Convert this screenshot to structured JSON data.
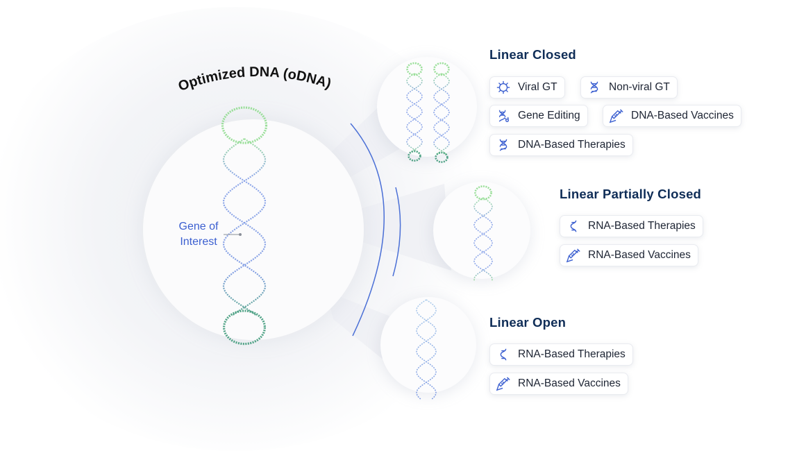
{
  "main_label": "Optimized DNA (oDNA)",
  "gene_label": "Gene of Interest",
  "colors": {
    "accent": "#3b5fd0",
    "title": "#0f2d57",
    "helix_green": "#7fcf8e",
    "helix_blue": "#7c99e6"
  },
  "sections": [
    {
      "title": "Linear Closed",
      "items": [
        {
          "label": "Viral GT",
          "icon": "virus-icon"
        },
        {
          "label": "Non-viral GT",
          "icon": "dna-icon"
        },
        {
          "label": "Gene Editing",
          "icon": "gene-editing-icon"
        },
        {
          "label": "DNA-Based Vaccines",
          "icon": "syringe-icon"
        },
        {
          "label": "DNA-Based Therapies",
          "icon": "dna-icon"
        }
      ]
    },
    {
      "title": "Linear Partially Closed",
      "items": [
        {
          "label": "RNA-Based Therapies",
          "icon": "rna-icon"
        },
        {
          "label": "RNA-Based Vaccines",
          "icon": "syringe-icon"
        }
      ]
    },
    {
      "title": "Linear Open",
      "items": [
        {
          "label": "RNA-Based Therapies",
          "icon": "rna-icon"
        },
        {
          "label": "RNA-Based Vaccines",
          "icon": "syringe-icon"
        }
      ]
    }
  ]
}
